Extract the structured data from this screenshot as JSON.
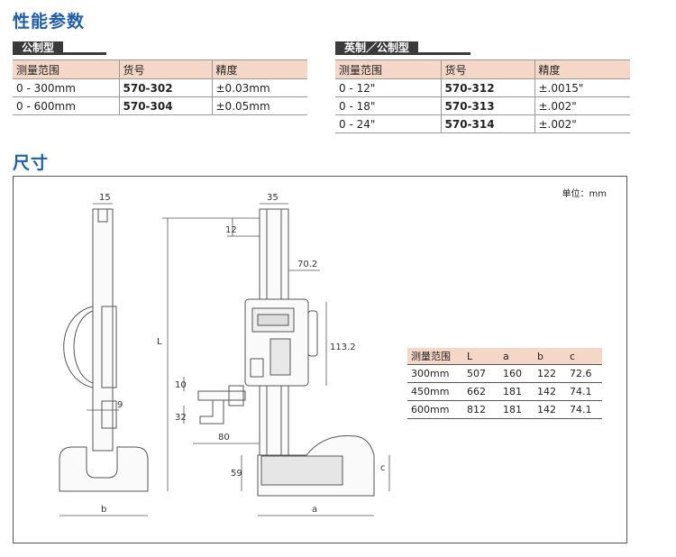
{
  "headings": {
    "performance": "性能参数",
    "dimensions": "尺寸"
  },
  "metric_section": {
    "tag": "公制型",
    "headers": [
      "测量范围",
      "货号",
      "精度"
    ],
    "rows": [
      [
        "0 - 300mm",
        "570-302",
        "±0.03mm"
      ],
      [
        "0 - 600mm",
        "570-304",
        "±0.05mm"
      ]
    ]
  },
  "inch_section": {
    "tag": "英制／公制型",
    "headers": [
      "测量范围",
      "货号",
      "精度"
    ],
    "rows": [
      [
        "0 - 12\"",
        "570-312",
        "±.0015\""
      ],
      [
        "0 - 18\"",
        "570-313",
        "±.002\""
      ],
      [
        "0 - 24\"",
        "570-314",
        "±.002\""
      ]
    ]
  },
  "unit_note": "单位：mm",
  "dimension_labels": {
    "d15": "15",
    "d35": "35",
    "d12": "12",
    "d70_2": "70.2",
    "d113_2": "113.2",
    "L": "L",
    "d9": "9",
    "d10": "10",
    "d32": "32",
    "d80": "80",
    "d59": "59",
    "c": "c",
    "b": "b",
    "a": "a"
  },
  "dim_table": {
    "headers": [
      "测量范围",
      "L",
      "a",
      "b",
      "c"
    ],
    "rows": [
      [
        "300mm",
        "507",
        "160",
        "122",
        "72.6"
      ],
      [
        "450mm",
        "662",
        "181",
        "142",
        "74.1"
      ],
      [
        "600mm",
        "812",
        "181",
        "142",
        "74.1"
      ]
    ]
  },
  "colors": {
    "accent": "#1f5fa8",
    "header_fill": "#f5d7c7",
    "tag_fill": "#3a3a3a"
  }
}
